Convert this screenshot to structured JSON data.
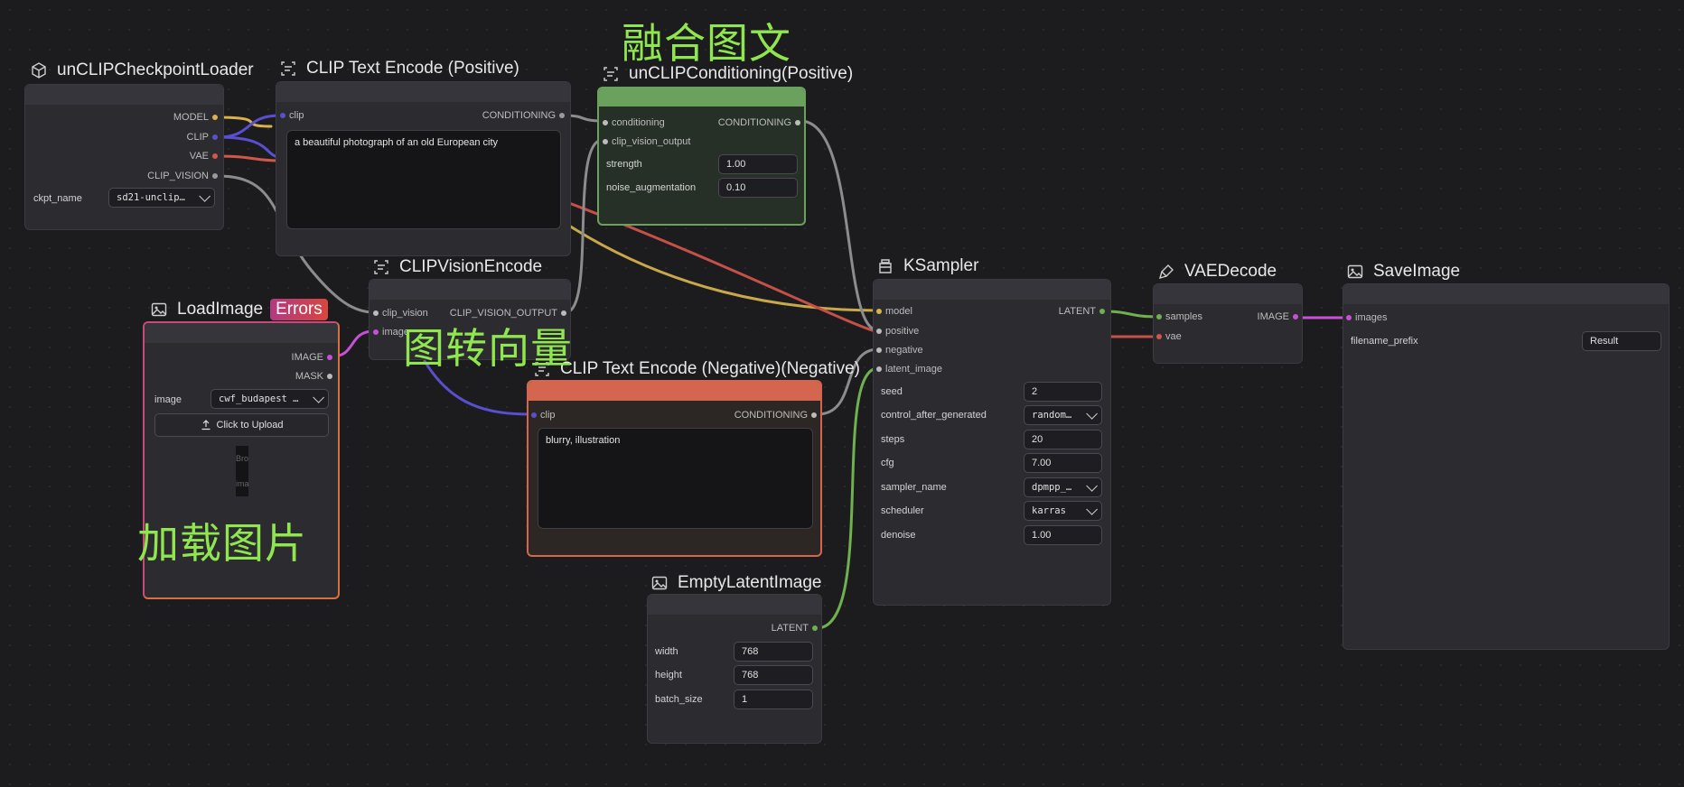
{
  "colors": {
    "background": "#1c1c1f",
    "model_wire": "#d8b24a",
    "clip_wire": "#5a4fd0",
    "vae_wire": "#d0584a",
    "clip_vision_wire": "#9a9a9a",
    "conditioning_wire": "#9a9a9a",
    "latent_wire": "#6fb04f",
    "image_wire": "#c651d4",
    "annotation_text": "#8fe64e",
    "positive_node_header": "#6aa25d",
    "negative_node_header": "#d4654e",
    "error_border": "#c84a7a"
  },
  "annotations": [
    "融合图文",
    "图转向量",
    "加载图片"
  ],
  "nodes": {
    "checkpoint_loader": {
      "title": "unCLIPCheckpointLoader",
      "icon": "cube-icon",
      "outputs": [
        "MODEL",
        "CLIP",
        "VAE",
        "CLIP_VISION"
      ],
      "ckpt_label": "ckpt_name",
      "ckpt_value": "sd21-unclip…"
    },
    "clip_pos": {
      "title": "CLIP Text Encode (Positive)",
      "icon": "text-encode-icon",
      "input": "clip",
      "output": "CONDITIONING",
      "text": "a beautiful photograph of an old European city"
    },
    "unclip_cond": {
      "title": "unCLIPConditioning(Positive)",
      "icon": "text-encode-icon",
      "inputs": [
        "conditioning",
        "clip_vision_output"
      ],
      "output": "CONDITIONING",
      "strength_label": "strength",
      "strength_value": "1.00",
      "noise_label": "noise_augmentation",
      "noise_value": "0.10"
    },
    "clip_vision": {
      "title": "CLIPVisionEncode",
      "icon": "text-encode-icon",
      "inputs": [
        "clip_vision",
        "image"
      ],
      "output": "CLIP_VISION_OUTPUT"
    },
    "load_image": {
      "title": "LoadImage",
      "badge": "Errors",
      "icon": "image-icon",
      "outputs": [
        "IMAGE",
        "MASK"
      ],
      "image_label": "image",
      "image_value": "cwf_budapest …",
      "upload_label": "Click to Upload",
      "preview_text": "Bro ima"
    },
    "clip_neg": {
      "title": "CLIP Text Encode (Negative)(Negative)",
      "icon": "text-encode-icon",
      "input": "clip",
      "output": "CONDITIONING",
      "text": "blurry, illustration"
    },
    "ksampler": {
      "title": "KSampler",
      "icon": "sampler-icon",
      "inputs": [
        "model",
        "positive",
        "negative",
        "latent_image"
      ],
      "output": "LATENT",
      "widgets": [
        {
          "label": "seed",
          "value": "2",
          "type": "number"
        },
        {
          "label": "control_after_generated",
          "value": "random…",
          "type": "select"
        },
        {
          "label": "steps",
          "value": "20",
          "type": "number"
        },
        {
          "label": "cfg",
          "value": "7.00",
          "type": "number"
        },
        {
          "label": "sampler_name",
          "value": "dpmpp_…",
          "type": "select"
        },
        {
          "label": "scheduler",
          "value": "karras",
          "type": "select"
        },
        {
          "label": "denoise",
          "value": "1.00",
          "type": "number"
        }
      ]
    },
    "empty_latent": {
      "title": "EmptyLatentImage",
      "icon": "image-icon",
      "output": "LATENT",
      "widgets": [
        {
          "label": "width",
          "value": "768"
        },
        {
          "label": "height",
          "value": "768"
        },
        {
          "label": "batch_size",
          "value": "1"
        }
      ]
    },
    "vae_decode": {
      "title": "VAEDecode",
      "icon": "brush-icon",
      "inputs": [
        "samples",
        "vae"
      ],
      "output": "IMAGE"
    },
    "save_image": {
      "title": "SaveImage",
      "icon": "image-icon",
      "input": "images",
      "prefix_label": "filename_prefix",
      "prefix_value": "Result"
    }
  }
}
